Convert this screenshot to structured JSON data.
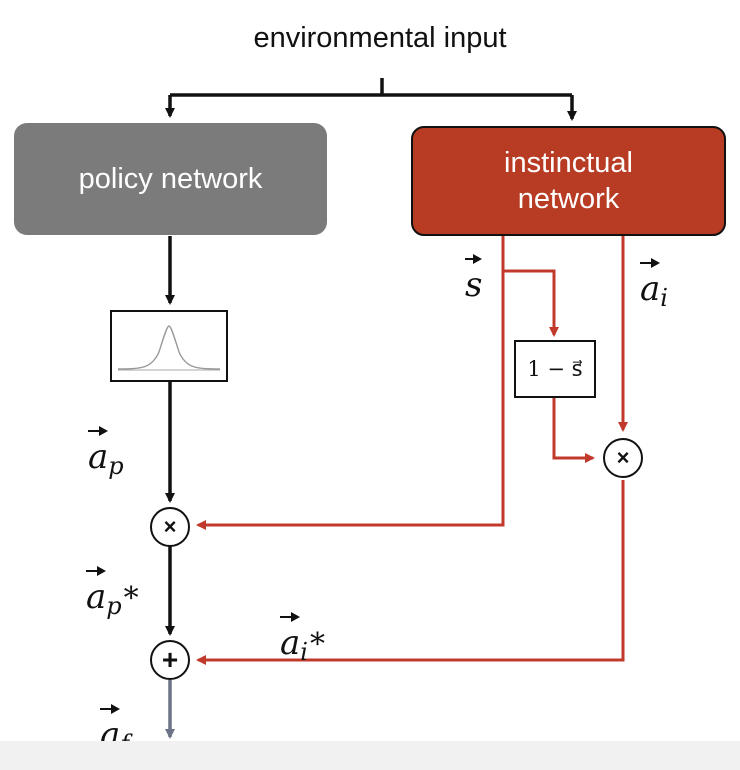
{
  "diagram": {
    "title": "environmental input",
    "policy_box": {
      "label": "policy network"
    },
    "instinct_box": {
      "label": "instinctual\nnetwork"
    },
    "one_minus_label": "1 − s⃗",
    "mult_symbol": "×",
    "add_symbol": "+",
    "variables": {
      "s": {
        "base": "s"
      },
      "ai": {
        "base": "a",
        "sub": "i"
      },
      "ap": {
        "base": "a",
        "sub": "p"
      },
      "ap_star": {
        "base": "a",
        "sub": "p",
        "star": "*"
      },
      "ai_star": {
        "base": "a",
        "sub": "i",
        "star": "*"
      },
      "af": {
        "base": "a",
        "sub": "f"
      }
    }
  },
  "colors": {
    "policy": "#7b7b7b",
    "instinct": "#b83c24",
    "red_line": "#c0392b",
    "black_line": "#111111",
    "output_arrow": "#6b7486"
  }
}
